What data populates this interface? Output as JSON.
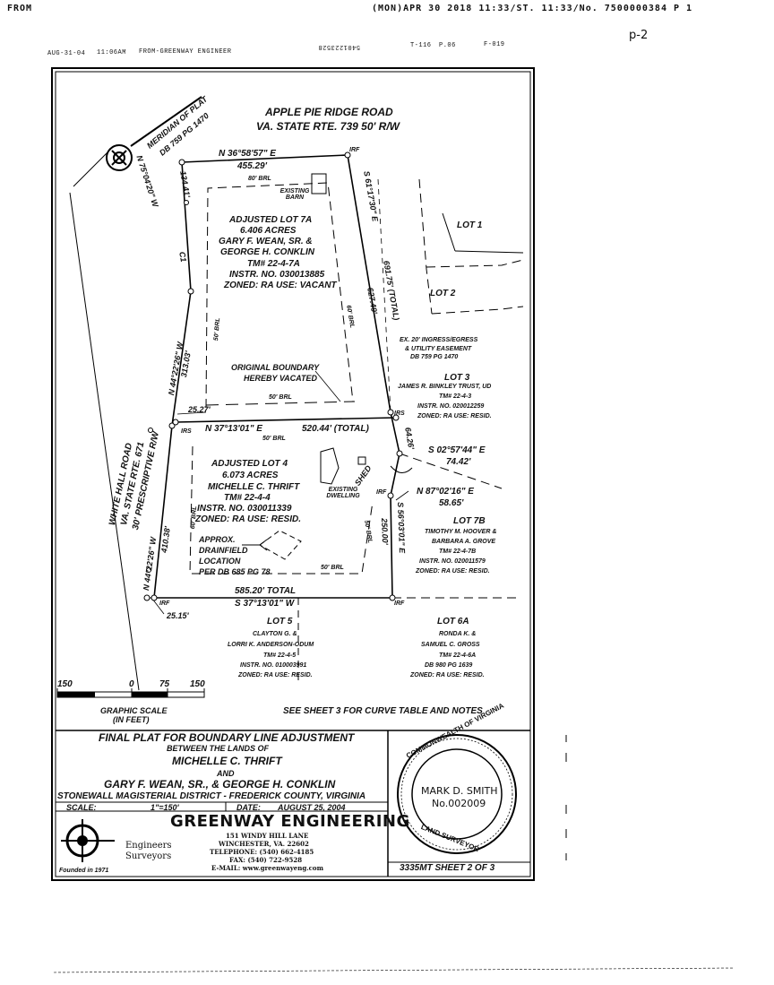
{
  "fax_header": {
    "left": "FROM",
    "right": "(MON)APR 30 2018 11:33/ST. 11:33/No. 7500000384 P   1",
    "page_mark": "p-2"
  },
  "fax_header2": {
    "date": "AUG-31-04",
    "time": "11:06AM",
    "from": "FROM-GREENWAY ENGINEER",
    "mid": "5401223528",
    "code": "T-116",
    "page": "P.06",
    "fnum": "F-019"
  },
  "roads": {
    "top_name": "APPLE PIE RIDGE ROAD",
    "top_route": "VA. STATE RTE. 739  50' R/W",
    "meridian": "MERIDIAN OF PLAT",
    "meridian_ref": "DB 759 PG 1470",
    "left_name": "WHITE HALL ROAD",
    "left_route": "VA. STATE RTE. 671",
    "left_rw": "30' PRESCRIPTIVE R/W"
  },
  "bearings": {
    "top": "N 36°58'57\" E",
    "top_dist": "455.29'",
    "nw": "N 75°04'20\" W",
    "nw_dist": "134.41'",
    "c1": "C1",
    "west_upper": "N 44°22'26\" W",
    "west_upper_dist": "313.03'",
    "east": "S 61°17'30\" E",
    "east_total": "691.75' (TOTAL)",
    "east_part": "627.49'",
    "mid_line": "N 37°13'01\" E",
    "mid_total": "520.44' (TOTAL)",
    "seg_2527": "25.27'",
    "west_lower": "N 44°22'26\" W",
    "west_lower_dist": "410.38'",
    "east_seg": "64.26'",
    "s0257": "S 02°57'44\" E",
    "s0257_dist": "74.42'",
    "n8702": "N 87°02'16\" E",
    "n8702_dist": "58.65'",
    "s5603": "S 56°03'01\" E",
    "s5603_dist": "250.00'",
    "bottom_total": "585.20' TOTAL",
    "bottom": "S 37°13'01\" W",
    "seg_2515": "25.15'"
  },
  "markers": {
    "irf": "IRF",
    "irs": "IRS",
    "brl80": "80' BRL",
    "brl50": "50' BRL",
    "brl60": "60' BRL"
  },
  "lot7a": {
    "existing_barn": "EXISTING BARN",
    "title": "ADJUSTED LOT 7A",
    "acres": "6.406 ACRES",
    "owner1": "GARY F. WEAN, SR. &",
    "owner2": "GEORGE H. CONKLIN",
    "tm": "TM# 22-4-7A",
    "instr": "INSTR. NO. 030013885",
    "zoned": "ZONED: RA USE: VACANT"
  },
  "original_boundary": [
    "ORIGINAL BOUNDARY",
    "HEREBY VACATED"
  ],
  "lot4": {
    "title": "ADJUSTED LOT 4",
    "acres": "6.073 ACRES",
    "owner": "MICHELLE C. THRIFT",
    "tm": "TM# 22-4-4",
    "instr": "INSTR. NO. 030011339",
    "zoned": "ZONED: RA USE: RESID.",
    "shed": "SHED",
    "dwelling": "EXISTING DWELLING"
  },
  "drainfield": [
    "APPROX.",
    "DRAINFIELD",
    "LOCATION",
    "PER DB 685 PG 78"
  ],
  "lot1": "LOT 1",
  "lot2": "LOT 2",
  "easement": [
    "EX. 20' INGRESS/EGRESS",
    "& UTILITY EASEMENT",
    "DB 759 PG 1470"
  ],
  "lot3": {
    "title": "LOT 3",
    "owner": "JAMES R. BINKLEY TRUST, UD",
    "tm": "TM# 22-4-3",
    "instr": "INSTR. NO. 020012259",
    "zoned": "ZONED: RA USE: RESID."
  },
  "lot7b": {
    "title": "LOT 7B",
    "owner1": "TIMOTHY M. HOOVER &",
    "owner2": "BARBARA A. GROVE",
    "tm": "TM# 22-4-7B",
    "instr": "INSTR. NO. 020011579",
    "zoned": "ZONED: RA USE: RESID."
  },
  "lot5": {
    "title": "LOT 5",
    "owner1": "CLAYTON G. &",
    "owner2": "LORRI K. ANDERSON-ODUM",
    "tm": "TM# 22-4-5",
    "instr": "INSTR. NO. 010003991",
    "zoned": "ZONED: RA USE: RESID."
  },
  "lot6a": {
    "title": "LOT 6A",
    "owner1": "RONDA K. &",
    "owner2": "SAMUEL C. GROSS",
    "tm": "TM# 22-4-6A",
    "db": "DB 980 PG 1639",
    "zoned": "ZONED: RA USE: RESID."
  },
  "scale_bar": {
    "t150l": "150",
    "t0": "0",
    "t75": "75",
    "t150": "150",
    "label": "GRAPHIC SCALE",
    "unit": "(IN FEET)"
  },
  "see_sheet": "SEE SHEET 3 FOR CURVE TABLE AND NOTES",
  "title_block": {
    "title": "FINAL PLAT FOR BOUNDARY LINE ADJUSTMENT",
    "between": "BETWEEN THE LANDS OF",
    "party1": "MICHELLE C. THRIFT",
    "and": "AND",
    "party2": "GARY F. WEAN, SR., & GEORGE H. CONKLIN",
    "district": "STONEWALL MAGISTERIAL DISTRICT  -  FREDERICK COUNTY, VIRGINIA",
    "scale_label": "SCALE:",
    "scale_value": "1\"=150'",
    "date_label": "DATE:",
    "date_value": "AUGUST 25, 2004"
  },
  "company": {
    "name": "GREENWAY ENGINEERING",
    "address": "151 WINDY HILL LANE",
    "city": "WINCHESTER, VA. 22602",
    "phone": "TELEPHONE: (540) 662-4185",
    "fax": "FAX: (540) 722-9528",
    "email": "E-MAIL: www.greenwayeng.com",
    "line1": "Engineers",
    "line2": "Surveyors",
    "founded": "Founded in 1971"
  },
  "seal": {
    "top": "COMMONWEALTH OF VIRGINIA",
    "bottom": "LAND SURVEYOR",
    "name": "MARK D. SMITH",
    "number": "No.002009"
  },
  "sheet": "3335MT  SHEET 2 OF 3"
}
